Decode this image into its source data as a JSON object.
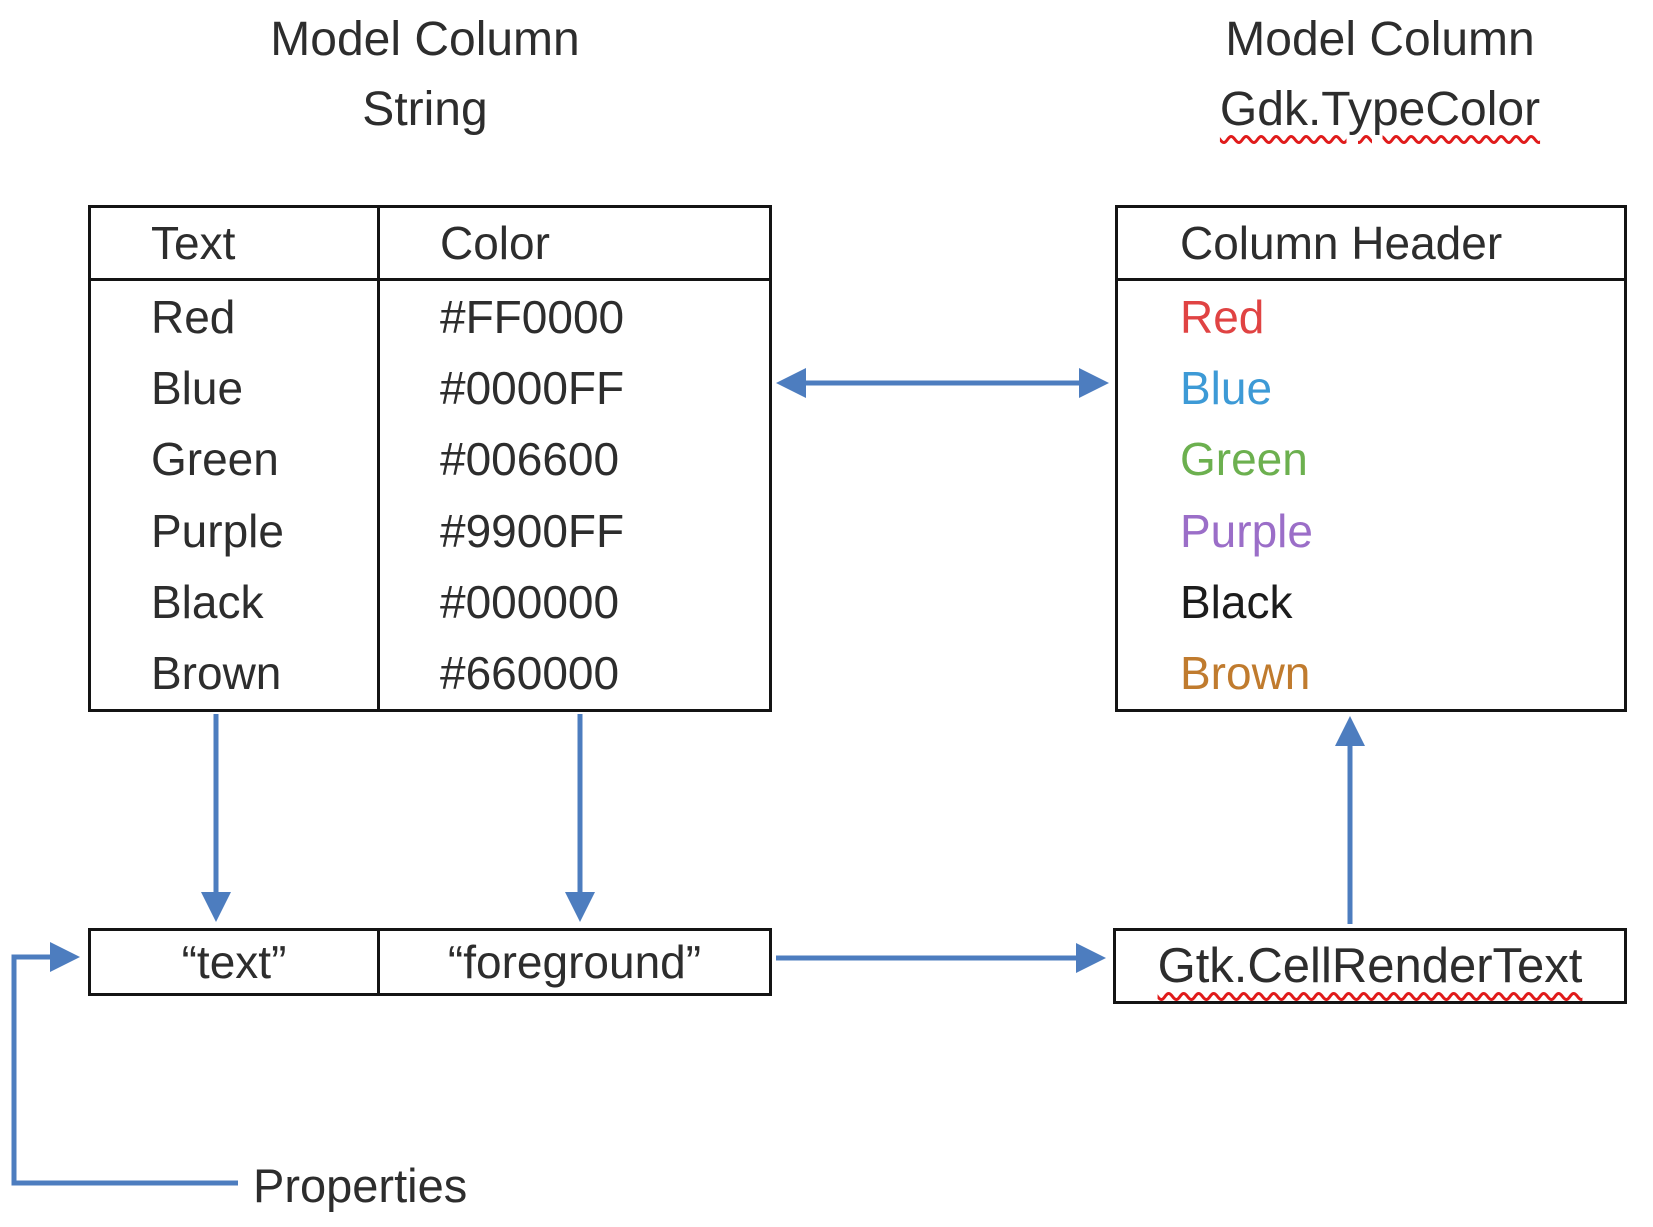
{
  "titles": {
    "left": {
      "line1": "Model Column",
      "line2": "String"
    },
    "right": {
      "line1": "Model Column",
      "line2": "Gdk.TypeColor"
    }
  },
  "left_table": {
    "headers": [
      "Text",
      "Color"
    ],
    "rows": [
      {
        "text": "Red",
        "color": "#FF0000"
      },
      {
        "text": "Blue",
        "color": "#0000FF"
      },
      {
        "text": "Green",
        "color": "#006600"
      },
      {
        "text": "Purple",
        "color": "#9900FF"
      },
      {
        "text": "Black",
        "color": "#000000"
      },
      {
        "text": "Brown",
        "color": "#660000"
      }
    ]
  },
  "right_table": {
    "header": "Column Header",
    "rows": [
      {
        "label": "Red",
        "color": "#e04343"
      },
      {
        "label": "Blue",
        "color": "#3d9ad6"
      },
      {
        "label": "Green",
        "color": "#6cb04f"
      },
      {
        "label": "Purple",
        "color": "#9b6ec8"
      },
      {
        "label": "Black",
        "color": "#1c1c1c"
      },
      {
        "label": "Brown",
        "color": "#c07b2e"
      }
    ]
  },
  "properties_row": {
    "cells": [
      "“text”",
      "“foreground”"
    ]
  },
  "renderer": {
    "label": "Gtk.CellRenderText"
  },
  "properties_label": "Properties",
  "colors": {
    "arrow": "#4d7dbf",
    "border": "#141414",
    "text": "#2d2d2d",
    "squiggle": "#e01b1b",
    "bg": "#ffffff"
  }
}
